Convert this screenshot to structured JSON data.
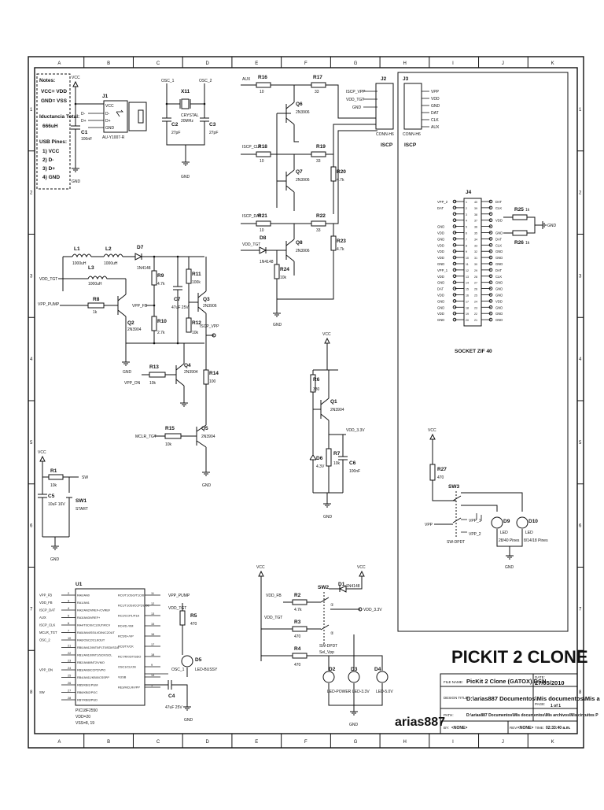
{
  "sheet": {
    "title": "PICKIT 2 CLONE",
    "author": "arias887",
    "columns": [
      "A",
      "B",
      "C",
      "D",
      "E",
      "F",
      "G",
      "H",
      "I",
      "J",
      "K"
    ],
    "rows": [
      "1",
      "2",
      "3",
      "4",
      "5",
      "6",
      "7",
      "8"
    ]
  },
  "notes": {
    "heading": "Notes:",
    "lines": [
      "VCC= VDD",
      "GND= VSS"
    ],
    "inductance_label": "Iductancia Total:",
    "inductance_value": "666uH",
    "usb_heading": "USB Pines:",
    "usb_pins": [
      "1) VCC",
      "2) D-",
      "3) D+",
      "4) GND"
    ]
  },
  "title_block": {
    "file_name_label": "FILE NAME:",
    "file_name": "PicKit 2 Clone (GATOX).DSN",
    "date_label": "DATE:",
    "date": "27/05/2010",
    "design_title_label": "DESIGN TITLE:",
    "design_title": "D:\\arias887 Documentos\\Mis documentos\\Mis a",
    "page_label": "PAGE:",
    "page": "1 of 1",
    "path_label": "PATH:",
    "path": "D:\\arias887 Documentos\\Mis documentos\\Mis archivos\\Mis circuitos P",
    "by_label": "BY:",
    "by": "<NONE>",
    "rev_label": "REV:",
    "rev": "<NONE>",
    "time_label": "TIME:",
    "time": "02:33:40 a.m."
  },
  "components": {
    "j1": {
      "ref": "J1",
      "part": "AU-Y1007-R",
      "pins": [
        "VCC",
        "D-",
        "D+",
        "GND"
      ]
    },
    "x1": {
      "ref": "X11",
      "part": "CRYSTAL",
      "value": "20MHz"
    },
    "c1": {
      "ref": "C1",
      "value": "100nF"
    },
    "c2": {
      "ref": "C2",
      "value": "27pF"
    },
    "c3": {
      "ref": "C3",
      "value": "27pF"
    },
    "osc1": "OSC_1",
    "osc2": "OSC_2",
    "l1": {
      "ref": "L1",
      "value": "1000uH"
    },
    "l2": {
      "ref": "L2",
      "value": "1000uH"
    },
    "l3": {
      "ref": "L3",
      "value": "1000uH"
    },
    "d7": {
      "ref": "D7",
      "value": "1N4148"
    },
    "r8": {
      "ref": "R8",
      "value": "1k"
    },
    "r9": {
      "ref": "R9",
      "value": "4.7k"
    },
    "r10": {
      "ref": "R10",
      "value": "2.7k"
    },
    "r11": {
      "ref": "R11",
      "value": "100k"
    },
    "r12": {
      "ref": "R12",
      "value": "10k"
    },
    "r13": {
      "ref": "R13",
      "value": "10k"
    },
    "r14": {
      "ref": "R14",
      "value": "100"
    },
    "r15": {
      "ref": "R15",
      "value": "10k"
    },
    "c7": {
      "ref": "C7",
      "value": "47uF 25V"
    },
    "q2": {
      "ref": "Q2",
      "part": "2N3904"
    },
    "q3": {
      "ref": "Q3",
      "part": "2N3906"
    },
    "q4": {
      "ref": "Q4",
      "part": "2N3904"
    },
    "q5": {
      "ref": "Q5",
      "part": "2N3904"
    },
    "r16": {
      "ref": "R16",
      "value": "10"
    },
    "r17": {
      "ref": "R17",
      "value": "33"
    },
    "r18": {
      "ref": "R18",
      "value": "10"
    },
    "r19": {
      "ref": "R19",
      "value": "33"
    },
    "r20": {
      "ref": "R20",
      "value": "4.7k"
    },
    "r21": {
      "ref": "R21",
      "value": "10"
    },
    "r22": {
      "ref": "R22",
      "value": "33"
    },
    "r23": {
      "ref": "R23",
      "value": "4.7k"
    },
    "r24": {
      "ref": "R24",
      "value": "10k"
    },
    "d8": {
      "ref": "D8",
      "value": "1N4148"
    },
    "q6": {
      "ref": "Q6",
      "part": "2N3906"
    },
    "q7": {
      "ref": "Q7",
      "part": "2N3906"
    },
    "q8": {
      "ref": "Q8",
      "part": "2N3906"
    },
    "j2": {
      "ref": "J2",
      "part": "CONN-H6",
      "label": "ISCP",
      "pins": [
        "ISCP_VPP",
        "VDD_TGT",
        "GND",
        "",
        "",
        ""
      ]
    },
    "j3": {
      "ref": "J3",
      "part": "CONN-H6",
      "label": "ISCP",
      "pins": [
        "VPP",
        "VDD",
        "GND",
        "DAT",
        "CLK",
        "AUX"
      ]
    },
    "j4": {
      "ref": "J4",
      "label": "SOCKET ZIF 40"
    },
    "r25": {
      "ref": "R25",
      "value": "1k"
    },
    "r26": {
      "ref": "R26",
      "value": "1k"
    },
    "r1": {
      "ref": "R1",
      "value": "10k"
    },
    "c5": {
      "ref": "C5",
      "value": "10uF 16V"
    },
    "sw1": {
      "ref": "SW1",
      "label": "START"
    },
    "q1": {
      "ref": "Q1",
      "part": "2N3904"
    },
    "r6": {
      "ref": "R6",
      "value": "330"
    },
    "r7": {
      "ref": "R7",
      "value": "10k"
    },
    "c6": {
      "ref": "C6",
      "value": "100nF"
    },
    "d6": {
      "ref": "D6",
      "value": "4.3V"
    },
    "r27": {
      "ref": "R27",
      "value": "470"
    },
    "sw3": {
      "ref": "SW3",
      "part": "SW-DPDT"
    },
    "d9": {
      "ref": "D9",
      "label": "LED",
      "note": "28/40 Pines"
    },
    "d10": {
      "ref": "D10",
      "label": "LED",
      "note": "8/14/18 Pines"
    },
    "u1": {
      "ref": "U1",
      "part": "PIC18F2550",
      "extra": [
        "VDD=20",
        "VSS=8, 19"
      ]
    },
    "r5": {
      "ref": "R5",
      "value": "470"
    },
    "d5": {
      "ref": "D5",
      "label": "LED-BUSSY"
    },
    "c4": {
      "ref": "C4",
      "value": "47uF 25V"
    },
    "r2": {
      "ref": "R2",
      "value": "4.7k"
    },
    "r3": {
      "ref": "R3",
      "value": "470"
    },
    "r4": {
      "ref": "R4",
      "value": "470"
    },
    "d1": {
      "ref": "D1",
      "value": "1N4148"
    },
    "sw2": {
      "ref": "SW2",
      "part": "SW-DPDT",
      "label": "Sel_Vpp"
    },
    "d2": {
      "ref": "D2",
      "label": "LED-POWER"
    },
    "d3": {
      "ref": "D3",
      "label": "LED-3.3V"
    },
    "d4": {
      "ref": "D4",
      "label": "LED-5.0V"
    }
  },
  "nets": {
    "vcc": "VCC",
    "gnd": "GND",
    "aux": "AUX",
    "vdd_tgt": "VDD_TGT",
    "vpp_pump": "VPP_PUMP",
    "vpp_fb": "VPP_FB",
    "vdd_fb": "VDD_FB",
    "vpp_on": "VPP_ON",
    "mclr_tgt": "MCLR_TGT",
    "iscp_vpp": "ISCP_VPP",
    "iscp_clk": "ISCP_CLK",
    "iscp_dat": "ISCP_DAT",
    "vdd_3v3": "VDD_3.3V",
    "osc_1": "OSC_1",
    "osc_2": "OSC_2",
    "sw": "SW",
    "vpp": "VPP",
    "vdd": "VDD",
    "dat": "DAT",
    "clk": "CLK",
    "vpp_1": "VPP_1",
    "vpp_2": "VPP_2"
  },
  "u1_left_pins": [
    {
      "n": "2",
      "net": "VPP_FB",
      "fn": "RA0/AN0"
    },
    {
      "n": "3",
      "net": "VDD_FB",
      "fn": "RA1/AN1"
    },
    {
      "n": "4",
      "net": "ISCP_DAT",
      "fn": "RA2/AN2/VREF-/CVREF"
    },
    {
      "n": "5",
      "net": "AUX",
      "fn": "RA3/AN3/VREF+"
    },
    {
      "n": "6",
      "net": "ISCP_CLK",
      "fn": "RA4/T0CKI/C1OUT/RCV"
    },
    {
      "n": "7",
      "net": "MCLR_TGT",
      "fn": "RA5/AN4/SS/LVDIN/C2OUT"
    },
    {
      "n": "10",
      "net": "OSC_2",
      "fn": "RA6/OSC2/CLKOUT"
    },
    {
      "n": "21",
      "net": "",
      "fn": "RB0/AN12/INT0/FLT0/SDI/SDA"
    },
    {
      "n": "22",
      "net": "",
      "fn": "RB1/AN10/INT1/SCK/SCL"
    },
    {
      "n": "23",
      "net": "",
      "fn": "RB2/AN8/INT2/VMO"
    },
    {
      "n": "24",
      "net": "VPP_ON",
      "fn": "RB3/AN9/CCP2/VPO"
    },
    {
      "n": "25",
      "net": "",
      "fn": "RB4/AN11/KBI0/CSSPP"
    },
    {
      "n": "26",
      "net": "",
      "fn": "RB5/KBI1/PGM"
    },
    {
      "n": "27",
      "net": "SW",
      "fn": "RB6/KBI2/PGC"
    },
    {
      "n": "28",
      "net": "",
      "fn": "RB7/KBI3/PGD"
    }
  ],
  "u1_right_pins": [
    {
      "n": "11",
      "fn": "RC0/T1OSO/T1CKI"
    },
    {
      "n": "12",
      "fn": "RC1/T1OSI/CCP2/UOE"
    },
    {
      "n": "13",
      "fn": "RC2/CCP1/P1A"
    },
    {
      "n": "15",
      "fn": "RC4/D-/VM"
    },
    {
      "n": "16",
      "fn": "RC5/D+/VP"
    },
    {
      "n": "17",
      "fn": "RC6/TX/CK"
    },
    {
      "n": "18",
      "fn": "RC7/RX/DT/SDO"
    },
    {
      "n": "9",
      "fn": "OSC1/CLKIN"
    },
    {
      "n": "14",
      "fn": "VUSB"
    },
    {
      "n": "1",
      "fn": "RE3/MCLR/VPP"
    }
  ],
  "zif_left": [
    "VPP_2",
    "DAT",
    "",
    "",
    "GND",
    "VDD",
    "GND",
    "VDD",
    "VDD",
    "VDD",
    "GND",
    "VPP_1",
    "VDD",
    "GND",
    "DAT",
    "VDD",
    "GND",
    "GND",
    "VDD",
    "GND"
  ],
  "zif_right": [
    "DAT",
    "CLK",
    "",
    "VDD",
    "",
    "GND",
    "DAT",
    "CLK",
    "GND",
    "GND",
    "GND",
    "DAT",
    "CLK",
    "GND",
    "GND",
    "GND",
    "VDD",
    "GND",
    "GND",
    "GND"
  ]
}
